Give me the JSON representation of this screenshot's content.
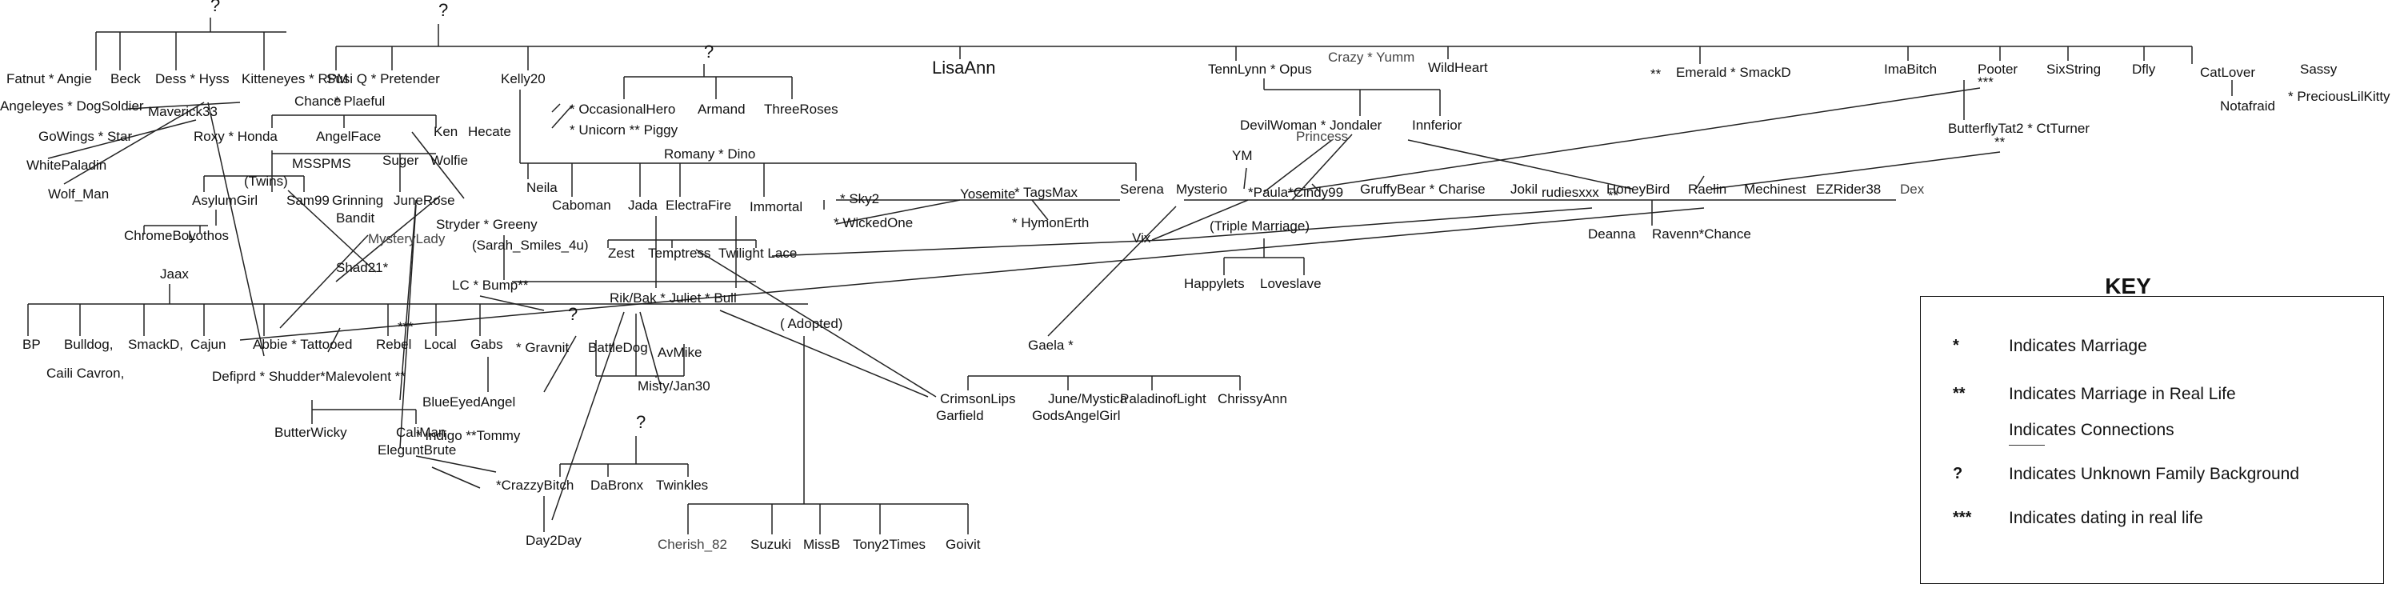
{
  "names": {
    "q1": "?",
    "q2": "?",
    "q3": "?",
    "q4": "?",
    "q5": "?",
    "fatnut": "Fatnut * Angie",
    "beck": "Beck",
    "dess": "Dess * Hyss",
    "kitteneyes": "Kitteneyes * RPM",
    "susiq": "Susi Q * Pretender",
    "kelly20": "Kelly20",
    "lisaann": "LisaAnn",
    "tennlynn": "TennLynn * Opus",
    "crazyyumm": "Crazy * Yumm",
    "wildheart": "WildHeart",
    "emerald": "Emerald * SmackD",
    "imabitch": "ImaBitch",
    "pooter": "Pooter",
    "sixstring": "SixString",
    "dfly": "Dfly",
    "catlover": "CatLover",
    "sassy": "Sassy",
    "preciouslilkitty": "* PreciousLilKitty",
    "notafraid": "Notafraid",
    "angeleyes": "Angeleyes * DogSoldier",
    "maverick33": "Maverick33",
    "chance": "Chance",
    "plaeful": "* Plaeful",
    "occasionalhero": "* OccasionalHero",
    "armand": "Armand",
    "threeroses": "ThreeRoses",
    "unicorn": "* Unicorn ** Piggy",
    "princess": "Princess",
    "gowings": "GoWings * Star",
    "roxy": "Roxy * Honda",
    "angelface": "AngelFace",
    "ken": "Ken",
    "hecate": "Hecate",
    "devilwoman": "DevilWoman * Jondaler",
    "innferior": "Innferior",
    "butterflytat2": "ButterflyTat2 * CtTurner",
    "whitepaladin": "WhitePaladin",
    "msspms": "MSSPMS",
    "suger": "Suger",
    "wolfie": "Wolfie",
    "romany": "Romany * Dino",
    "ym": "YM",
    "twins": "(Twins)",
    "wolfman": "Wolf_Man",
    "neila": "Neila",
    "asylumgirl": "AsylumGirl",
    "sam99": "Sam99",
    "grinning": "Grinning",
    "bandit": "Bandit",
    "junerose": "JuneRose",
    "caboman": "Caboman",
    "jada": "Jada",
    "electrafire": "ElectraFire",
    "immortal": "Immortal",
    "sky2": "* Sky2",
    "yosemite": "Yosemite",
    "tagsmax": "* TagsMax",
    "serena": "Serena",
    "mysterio": "Mysterio",
    "paula": "*Paula*Cindy99",
    "gruffybear": "GruffyBear * Charise",
    "jokil": "Jokil",
    "rudiesxxx": "rudiesxxx",
    "honeybird": "HoneyBird",
    "raelin": "Raelin",
    "mechinest": "Mechinest",
    "ezrider38": "EZRider38",
    "dex": "Dex",
    "chromeboy": "ChromeBoy",
    "lothos": "Lothos",
    "mysterylady": "MysteryLady",
    "stryder": "Stryder * Greeny",
    "wickedone": "* WickedOne",
    "hymonerth": "* HymonErth",
    "vix": "Vix",
    "triplemarriage": "(Triple Marriage)",
    "deanna": "Deanna",
    "ravenn": "Ravenn*Chance",
    "sarah": "(Sarah_Smiles_4u)",
    "zest": "Zest",
    "temptress": "Temptress",
    "twilightlace": "Twilight Lace",
    "shad21": "Shad21*",
    "jaax": "Jaax",
    "lcbump": "LC * Bump**",
    "happylets": "Happylets",
    "loveslave": "Loveslave",
    "rikbak": "Rik/Bak * Juliet * Bull",
    "bp": "BP",
    "bulldog": "Bulldog,",
    "smackd": "SmackD,",
    "cajun": "Cajun",
    "abbie": "Abbie * Tattooed",
    "rebel": "Rebel",
    "local": "Local",
    "gabs": "Gabs",
    "gravnit": "* Gravnit",
    "battledog": "BattleDog",
    "adopted": "( Adopted)",
    "gaela": "Gaela *",
    "avmike": "AvMike",
    "cailicavron": "Caili Cavron,",
    "defiprd": "Defiprd * Shudder*Malevolent **",
    "crimsonlips": "CrimsonLips",
    "garfield": "Garfield",
    "junemystica": "June/Mystica",
    "godsangelgirl": "GodsAngelGirl",
    "paladinoflight": "PaladinofLight",
    "chrissyann": "ChrissyAnn",
    "blueeyedangel": "BlueEyedAngel",
    "mistyjan30": "Misty/Jan30",
    "butterwicky": "ButterWicky",
    "caliman": "CaliMan",
    "indigo": "* Indigo **Tommy",
    "elegantbrute": "EleguntBrute",
    "crazzybitch": "*CrazzyBitch",
    "dabronx": "DaBronx",
    "twinkles": "Twinkles",
    "day2day": "Day2Day",
    "cherish82": "Cherish_82",
    "suzuki": "Suzuki",
    "missb": "MissB",
    "tony2times": "Tony2Times",
    "goivit": "Goivit",
    "ss": "**",
    "ss2": "**",
    "ss3": "**",
    "sss1": "***",
    "sss2": "***",
    "sss3": "***"
  },
  "key": {
    "title": "KEY",
    "rows": [
      {
        "symbol": "*",
        "description": "Indicates Marriage"
      },
      {
        "symbol": "**",
        "description": "Indicates Marriage in Real Life"
      },
      {
        "symbol": "",
        "description": "Indicates Connections"
      },
      {
        "symbol": "?",
        "description": "Indicates Unknown Family Background"
      },
      {
        "symbol": "***",
        "description": "Indicates dating in real life"
      }
    ]
  }
}
